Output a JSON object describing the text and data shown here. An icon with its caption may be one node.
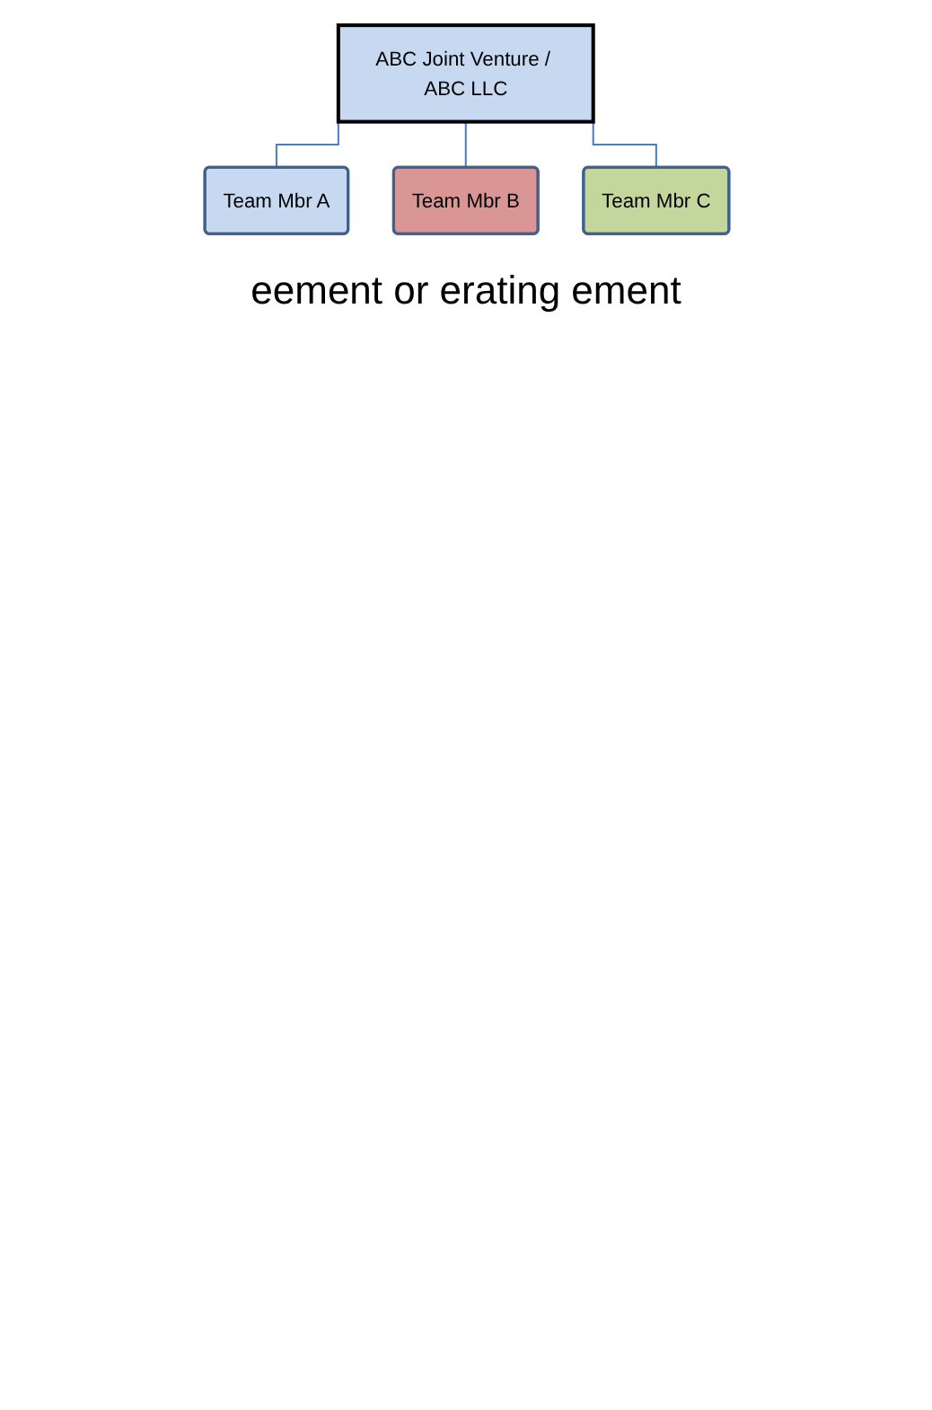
{
  "diagram": {
    "nodes": [
      {
        "text": [
          "ABC Joint Venture / ABC LLC"
        ]
      },
      {
        "text": [
          "Team Mbr A"
        ]
      },
      {
        "text": [
          "Team Mbr B"
        ]
      },
      {
        "text": [
          "Team Mbr C"
        ]
      }
    ],
    "edges": [
      {
        "from": 0,
        "to": 1,
        "arrow": "none"
      },
      {
        "from": 0,
        "to": 2,
        "arrow": "none"
      },
      {
        "from": 0,
        "to": 3,
        "arrow": "none"
      }
    ],
    "labels": [
      "eement or erating ement"
    ]
  }
}
